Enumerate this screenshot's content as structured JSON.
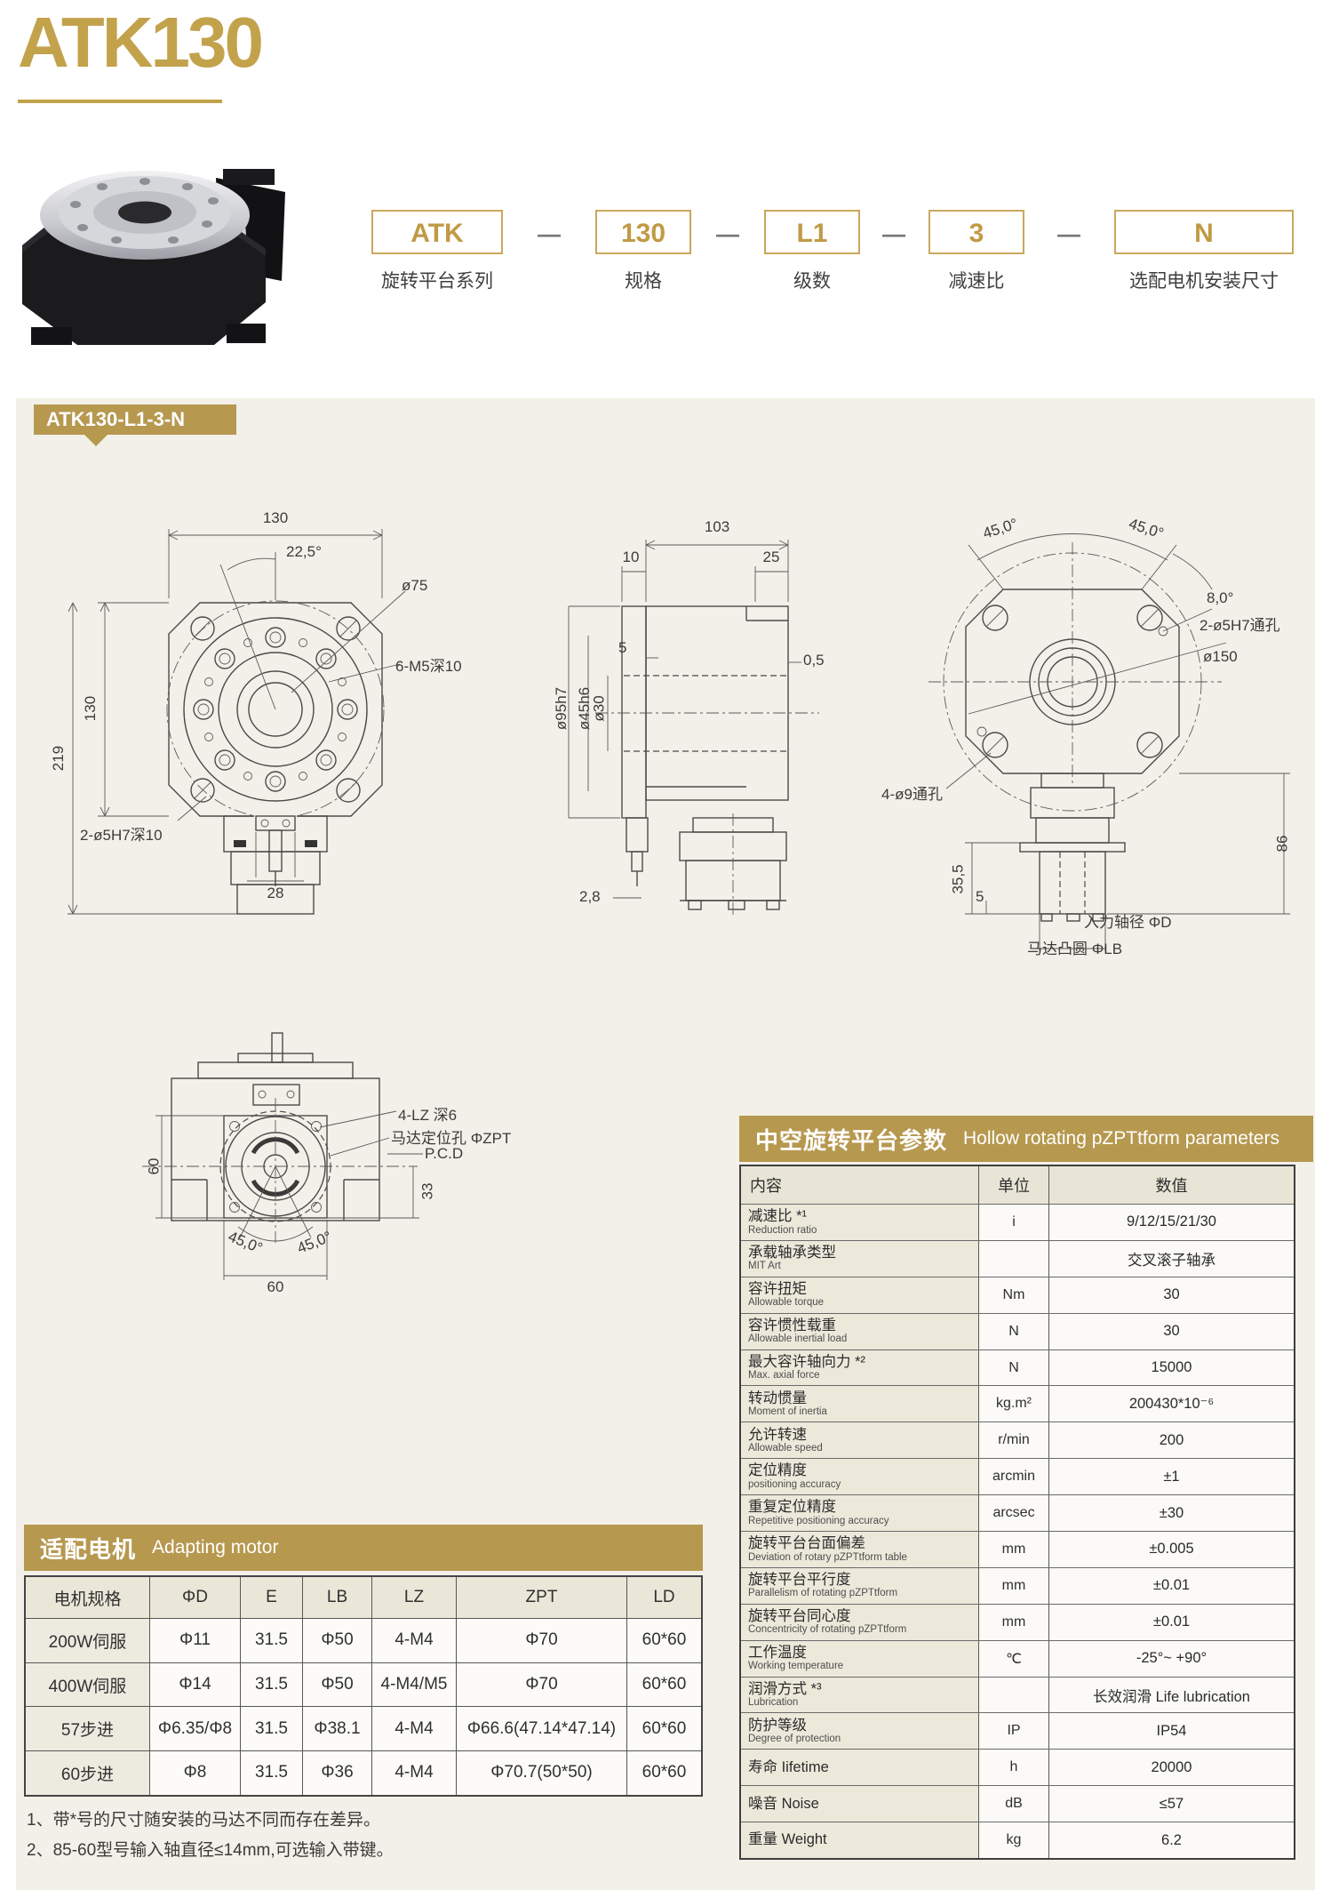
{
  "page": {
    "title": "ATK130"
  },
  "model_code": {
    "separator": "—",
    "parts": [
      {
        "code": "ATK",
        "label": "旋转平台系列"
      },
      {
        "code": "130",
        "label": "规格"
      },
      {
        "code": "L1",
        "label": "级数"
      },
      {
        "code": "3",
        "label": "减速比"
      },
      {
        "code": "N",
        "label": "选配电机安装尺寸"
      }
    ]
  },
  "section_tab": "ATK130-L1-3-N",
  "colors": {
    "gold_title": "#c3a24c",
    "gold_bar": "#b6984f",
    "panel_beige": "#f2f0e8"
  },
  "drawings": {
    "front": {
      "dim_width": "130",
      "dim_angle": "22,5°",
      "dim_bolt_circle": "ø75",
      "dim_tap": "6-M5深10",
      "dim_height": "130",
      "dim_total": "219",
      "dim_pin": "2-ø5H7深10",
      "dim_shaft": "28"
    },
    "side": {
      "dim_depth": "103",
      "dim_10": "10",
      "dim_25": "25",
      "dim_5": "5",
      "dim_05": "0,5",
      "dim_95": "ø95h7",
      "dim_45": "ø45h6",
      "dim_30": "ø30",
      "dim_28": "2,8"
    },
    "rear": {
      "dim_45l": "45,0°",
      "dim_45r": "45,0°",
      "dim_8": "8,0°",
      "dim_pin": "2-ø5H7通孔",
      "dim_150": "ø150",
      "dim_holes": "4-ø9通孔",
      "dim_86": "86",
      "dim_355": "35,5",
      "dim_5": "5",
      "dim_shaft": "入力轴径 ΦD",
      "dim_boss": "马达凸圆 ΦLB"
    },
    "bottom": {
      "dim_60l": "60",
      "dim_lz": "4-LZ 深6",
      "dim_zpt": "马达定位孔 ΦZPT",
      "dim_pcd": "P.C.D",
      "dim_33": "33",
      "dim_45l": "45,0°",
      "dim_45r": "45,0°",
      "dim_60b": "60"
    }
  },
  "params": {
    "header_cn": "中空旋转平台参数",
    "header_en": "Hollow rotating pZPTtform parameters",
    "columns": {
      "content": "内容",
      "unit": "单位",
      "value": "数值"
    },
    "rows": [
      {
        "cn": "减速比 *¹",
        "en": "Reduction ratio",
        "unit": "i",
        "value": "9/12/15/21/30"
      },
      {
        "cn": "承载轴承类型",
        "en": "MIT Art",
        "unit": "",
        "value": "交叉滚子轴承"
      },
      {
        "cn": "容许扭矩",
        "en": "Allowable torque",
        "unit": "Nm",
        "value": "30"
      },
      {
        "cn": "容许惯性载重",
        "en": "Allowable inertial load",
        "unit": "N",
        "value": "30"
      },
      {
        "cn": "最大容许轴向力 *²",
        "en": "Max. axial force",
        "unit": "N",
        "value": "15000"
      },
      {
        "cn": "转动惯量",
        "en": "Moment of inertia",
        "unit": "kg.m²",
        "value": "200430*10⁻⁶"
      },
      {
        "cn": "允许转速",
        "en": "Allowable speed",
        "unit": "r/min",
        "value": "200"
      },
      {
        "cn": "定位精度",
        "en": "positioning accuracy",
        "unit": "arcmin",
        "value": "±1"
      },
      {
        "cn": "重复定位精度",
        "en": "Repetitive positioning accuracy",
        "unit": "arcsec",
        "value": "±30"
      },
      {
        "cn": "旋转平台台面偏差",
        "en": "Deviation of rotary pZPTtform table",
        "unit": "mm",
        "value": "±0.005"
      },
      {
        "cn": "旋转平台平行度",
        "en": "Parallelism of rotating pZPTtform",
        "unit": "mm",
        "value": "±0.01"
      },
      {
        "cn": "旋转平台同心度",
        "en": "Concentricity of rotating pZPTtform",
        "unit": "mm",
        "value": "±0.01"
      },
      {
        "cn": "工作温度",
        "en": "Working temperature",
        "unit": "℃",
        "value": "-25°~ +90°"
      },
      {
        "cn": "润滑方式 *³",
        "en": "Lubrication",
        "unit": "",
        "value": "长效润滑 Life lubrication"
      },
      {
        "cn": "防护等级",
        "en": "Degree of protection",
        "unit": "IP",
        "value": "IP54"
      },
      {
        "cn": "寿命 Iifetime",
        "en": "",
        "unit": "h",
        "value": "20000"
      },
      {
        "cn": "噪音 Noise",
        "en": "",
        "unit": "dB",
        "value": "≤57"
      },
      {
        "cn": "重量 Weight",
        "en": "",
        "unit": "kg",
        "value": "6.2"
      }
    ]
  },
  "motor": {
    "header_cn": "适配电机",
    "header_en": "Adapting motor",
    "columns": [
      "电机规格",
      "ΦD",
      "E",
      "LB",
      "LZ",
      "ZPT",
      "LD"
    ],
    "rows": [
      [
        "200W伺服",
        "Φ11",
        "31.5",
        "Φ50",
        "4-M4",
        "Φ70",
        "60*60"
      ],
      [
        "400W伺服",
        "Φ14",
        "31.5",
        "Φ50",
        "4-M4/M5",
        "Φ70",
        "60*60"
      ],
      [
        "57步进",
        "Φ6.35/Φ8",
        "31.5",
        "Φ38.1",
        "4-M4",
        "Φ66.6(47.14*47.14)",
        "60*60"
      ],
      [
        "60步进",
        "Φ8",
        "31.5",
        "Φ36",
        "4-M4",
        "Φ70.7(50*50)",
        "60*60"
      ]
    ]
  },
  "footnotes": [
    "1、带*号的尺寸随安装的马达不同而存在差异。",
    "2、85-60型号输入轴直径≤14mm,可选输入带键。"
  ]
}
